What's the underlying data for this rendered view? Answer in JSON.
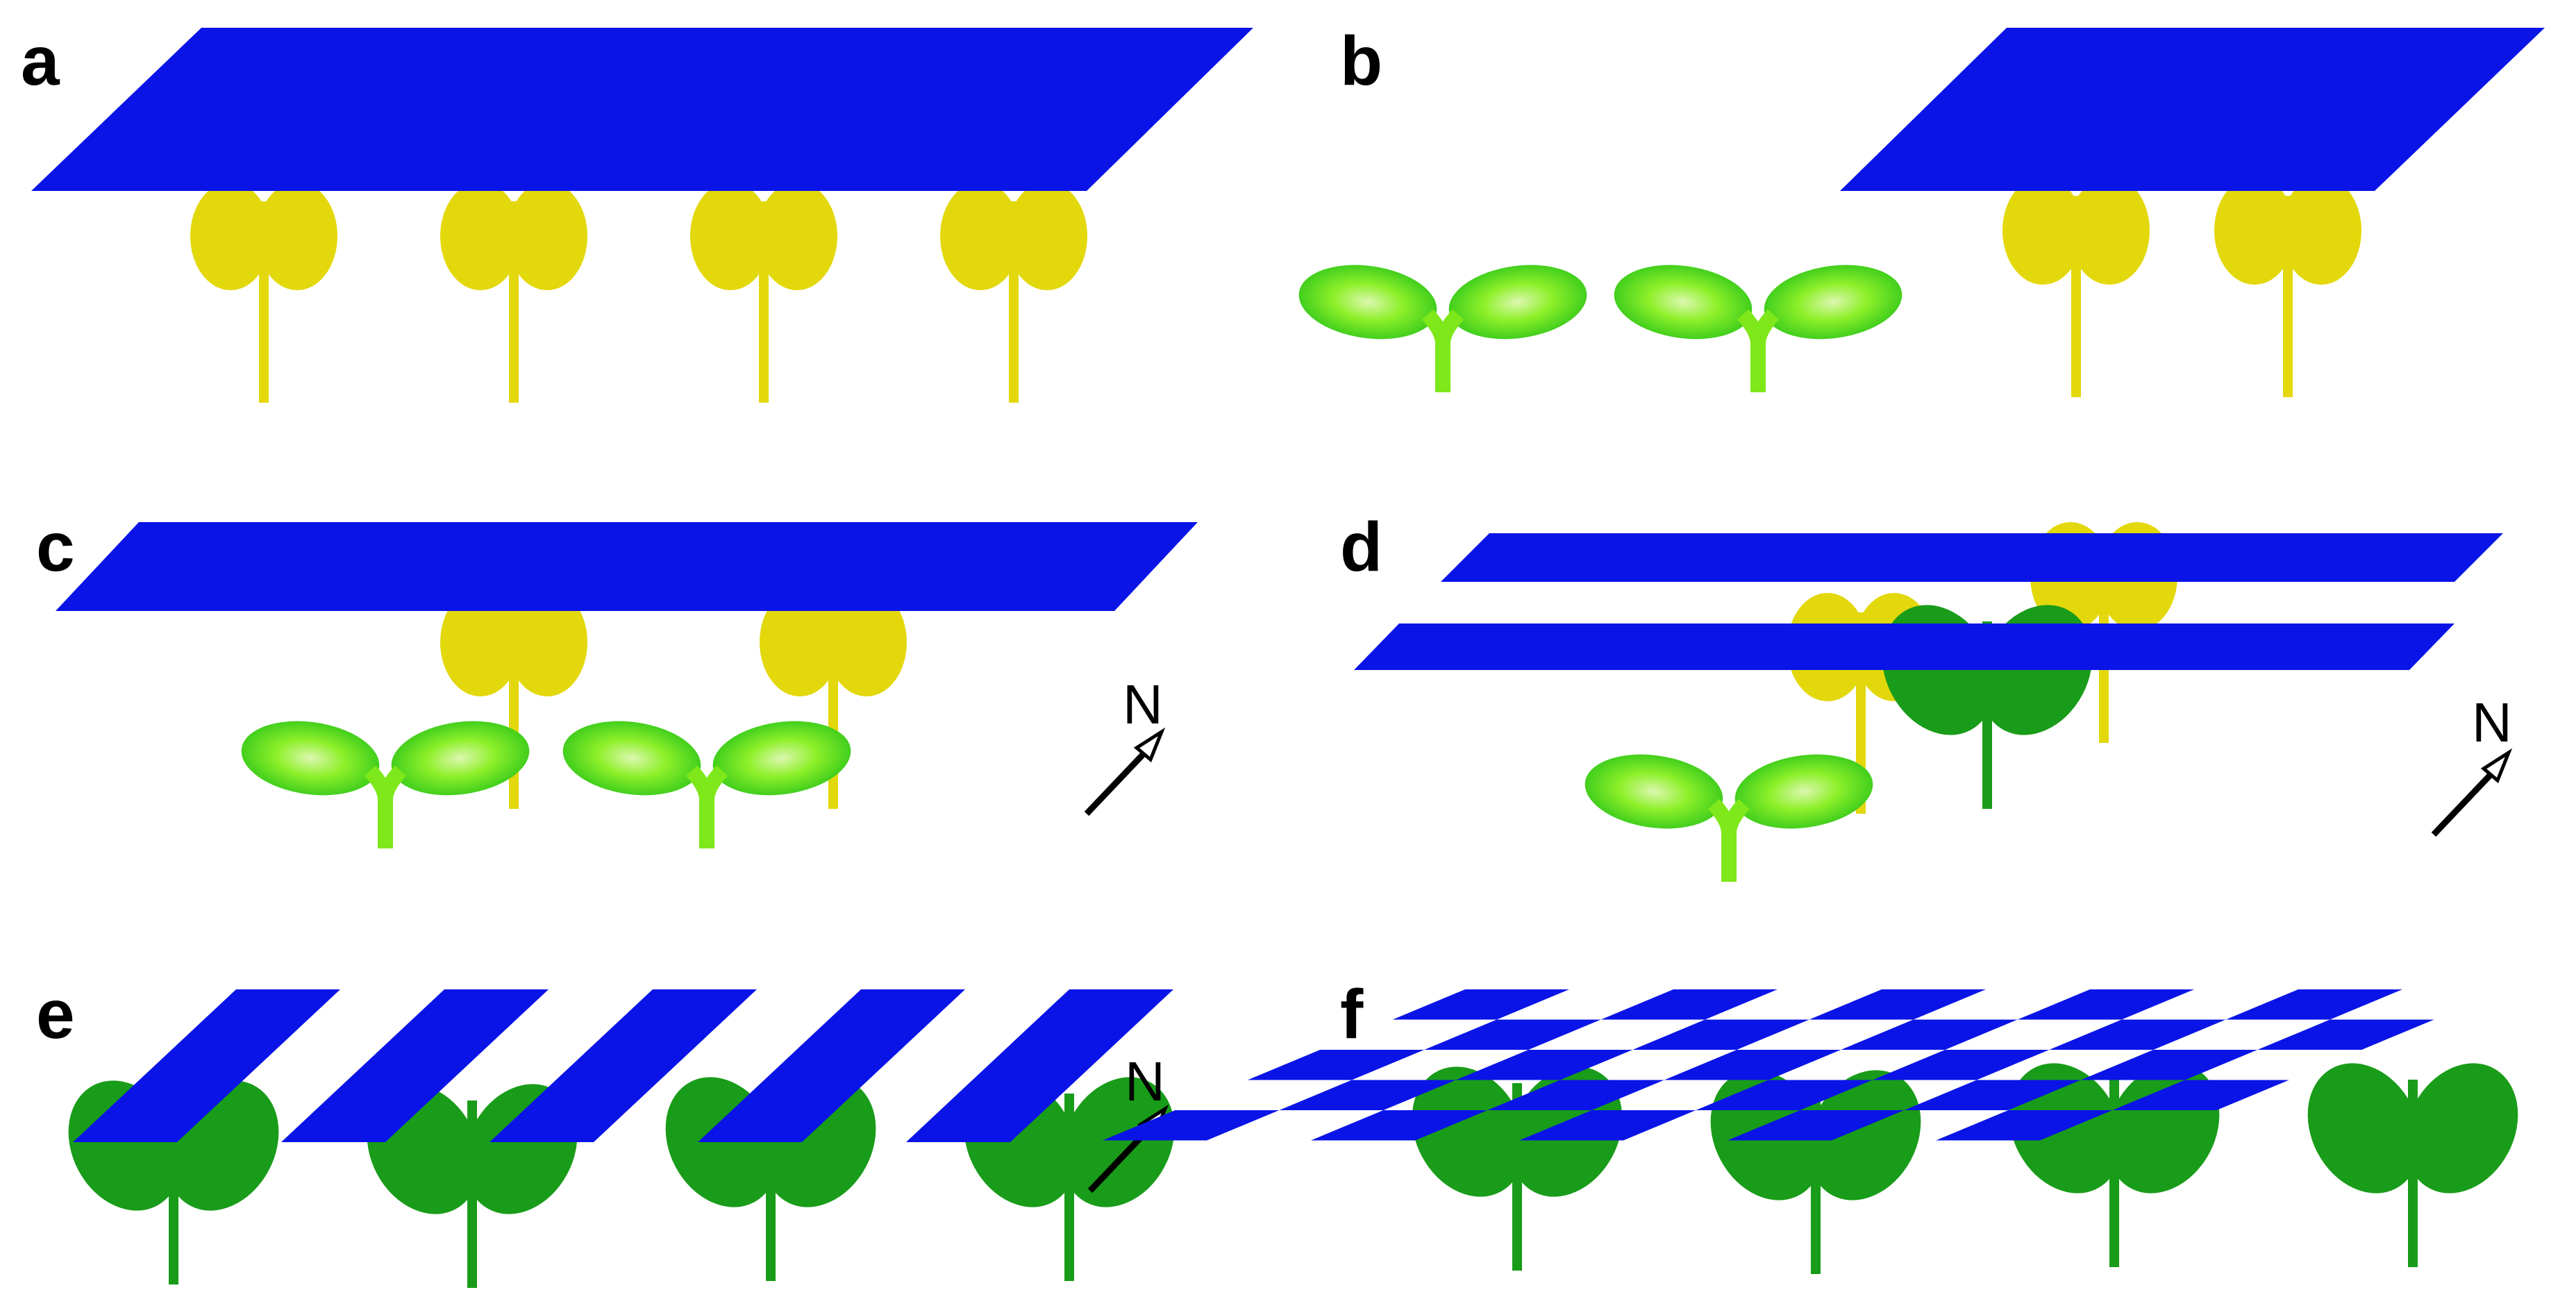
{
  "colors": {
    "panel": "#0a14e6",
    "yellow_plant": "#e3d80c",
    "light_green_plant": "#7ee81a",
    "light_green_center": "#dcf7b0",
    "dark_green_plant": "#199c19",
    "arrow": "#000000",
    "background": "#ffffff"
  },
  "panels": [
    {
      "label": "a"
    },
    {
      "label": "b"
    },
    {
      "label": "c",
      "north_label": "N"
    },
    {
      "label": "d",
      "north_label": "N"
    },
    {
      "label": "e",
      "north_label": "N"
    },
    {
      "label": "f"
    }
  ],
  "icons": {
    "solar_panel": "solar-panel-icon",
    "shaded_plant": "yellow-plant-icon",
    "seedling": "seedling-icon",
    "healthy_plant": "green-plant-icon",
    "north_arrow": "north-arrow-icon"
  }
}
